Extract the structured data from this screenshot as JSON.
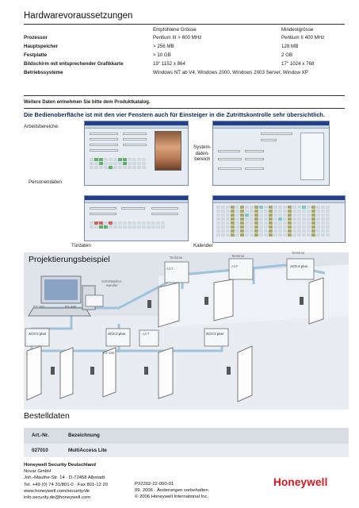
{
  "hardware": {
    "title": "Hardwarevoraussetzungen",
    "columns": [
      "",
      "Empfohlene Grösse",
      "Mindestgrösse"
    ],
    "rows": [
      {
        "label": "Prozessor",
        "recommended": "Pentium III > 600 MHz",
        "minimum": "Pentium II 400 MHz"
      },
      {
        "label": "Hauptspeicher",
        "recommended": "> 256 MB",
        "minimum": "128 MB"
      },
      {
        "label": "Festplatte",
        "recommended": "> 10 GB",
        "minimum": "2 GB"
      },
      {
        "label": "Bildschirm mit entsprechender Grafikkarte",
        "recommended": "19\" 1152 x 864",
        "minimum": "17\" 1024 x 768"
      },
      {
        "label": "Betriebssysteme",
        "recommended": "Windows NT ab V4, Windows 2000, Windows 2003 Server, Window XP",
        "minimum": ""
      }
    ],
    "note": "Weitere Daten entnehmen Sie bitte dem Produktkatalog."
  },
  "ui_section": {
    "heading": "Die Bedienoberfläche ist mit den vier Fenstern auch für Einsteiger in die Zutrittskontrolle sehr übersichtlich.",
    "arbeitsbereiche": "Arbeitsbereiche:",
    "labels": {
      "personendaten": "Personendaten",
      "systemdaten": "System-\ndaten-\nbereich",
      "tuerdaten": "Türdaten",
      "kalender": "Kalender"
    }
  },
  "projekt": {
    "title": "Projektierungsbeispiel",
    "labels": {
      "terminal1": "Terminal",
      "terminal2": "Terminal",
      "terminal3": "Terminal",
      "act": "ACT",
      "acf": "ACF",
      "acs2plus_a": "ACS-2 plus",
      "acs2plus_b": "ACS-2 plus",
      "acs2plus_c": "ACS-2 plus",
      "acs2plus_d": "ACS-2 plus",
      "act2": "ACT",
      "schnitt": "Schnittstellen-\nwandler",
      "rs232": "RS-232",
      "rs485a": "RS-485",
      "rs485b": "RS-485"
    }
  },
  "bestelldaten": {
    "title": "Bestelldaten",
    "col_art": "Art.-Nr.",
    "col_bez": "Bezeichnung",
    "art": "027010",
    "bez": "MultiAccess Lite"
  },
  "footer": {
    "company": "Honeywell Security Deutschland",
    "lines": [
      "Novar GmbH",
      "Joh.-Mauthe-Str. 14 · D-72458 Albstadt",
      "Tel. +49 (0) 74 31/801-0 · Fax 801-12 20",
      "www.honeywell.com/security/de",
      "info.security.de@honeywell.com"
    ],
    "doc_no": "P32202-22-000-01",
    "date_note": "09. 2006 · Änderungen vorbehalten.",
    "copyright": "© 2006 Honeywell International Inc.",
    "logo_text": "Honeywell",
    "logo_color": "#d8141e"
  }
}
